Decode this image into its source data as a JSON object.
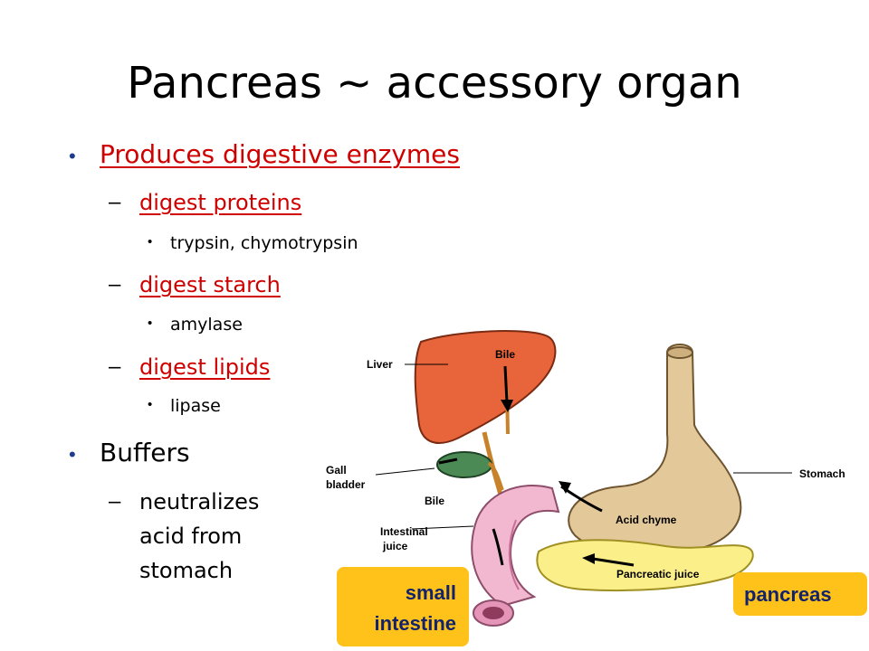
{
  "slide": {
    "title": "Pancreas ~ accessory organ",
    "bullets": {
      "produces": "Produces digestive enzymes",
      "proteins": "digest proteins",
      "proteins_enzymes": "trypsin, chymotrypsin",
      "starch": "digest starch",
      "starch_enzymes": "amylase",
      "lipids": "digest lipids",
      "lipids_enzymes": "lipase",
      "buffers": "Buffers",
      "neutralizes_1": "neutralizes",
      "neutralizes_2": "acid from",
      "neutralizes_3": "stomach"
    },
    "symbols": {
      "bullet": "•",
      "dash": "–"
    }
  },
  "diagram": {
    "labels": {
      "liver": "Liver",
      "bile_top": "Bile",
      "gall_1": "Gall",
      "gall_2": "bladder",
      "bile_bottom": "Bile",
      "stomach": "Stomach",
      "acid_chyme": "Acid chyme",
      "intestinal_1": "Intestinal",
      "intestinal_2": "juice",
      "pancreatic_juice": "Pancreatic juice"
    },
    "callouts": {
      "small_1": "small",
      "small_2": "intestine",
      "pancreas": "pancreas"
    }
  },
  "colors": {
    "accent_red": "#d00000",
    "bullet_blue": "#1f3b8f",
    "callout_bg": "#ffc21a",
    "callout_text": "#12236b",
    "liver": "#e8643a",
    "stomach": "#e3c99a",
    "intestine": "#f2b8cf",
    "pancreas": "#fbef8a",
    "gallbladder": "#4b8a55"
  }
}
